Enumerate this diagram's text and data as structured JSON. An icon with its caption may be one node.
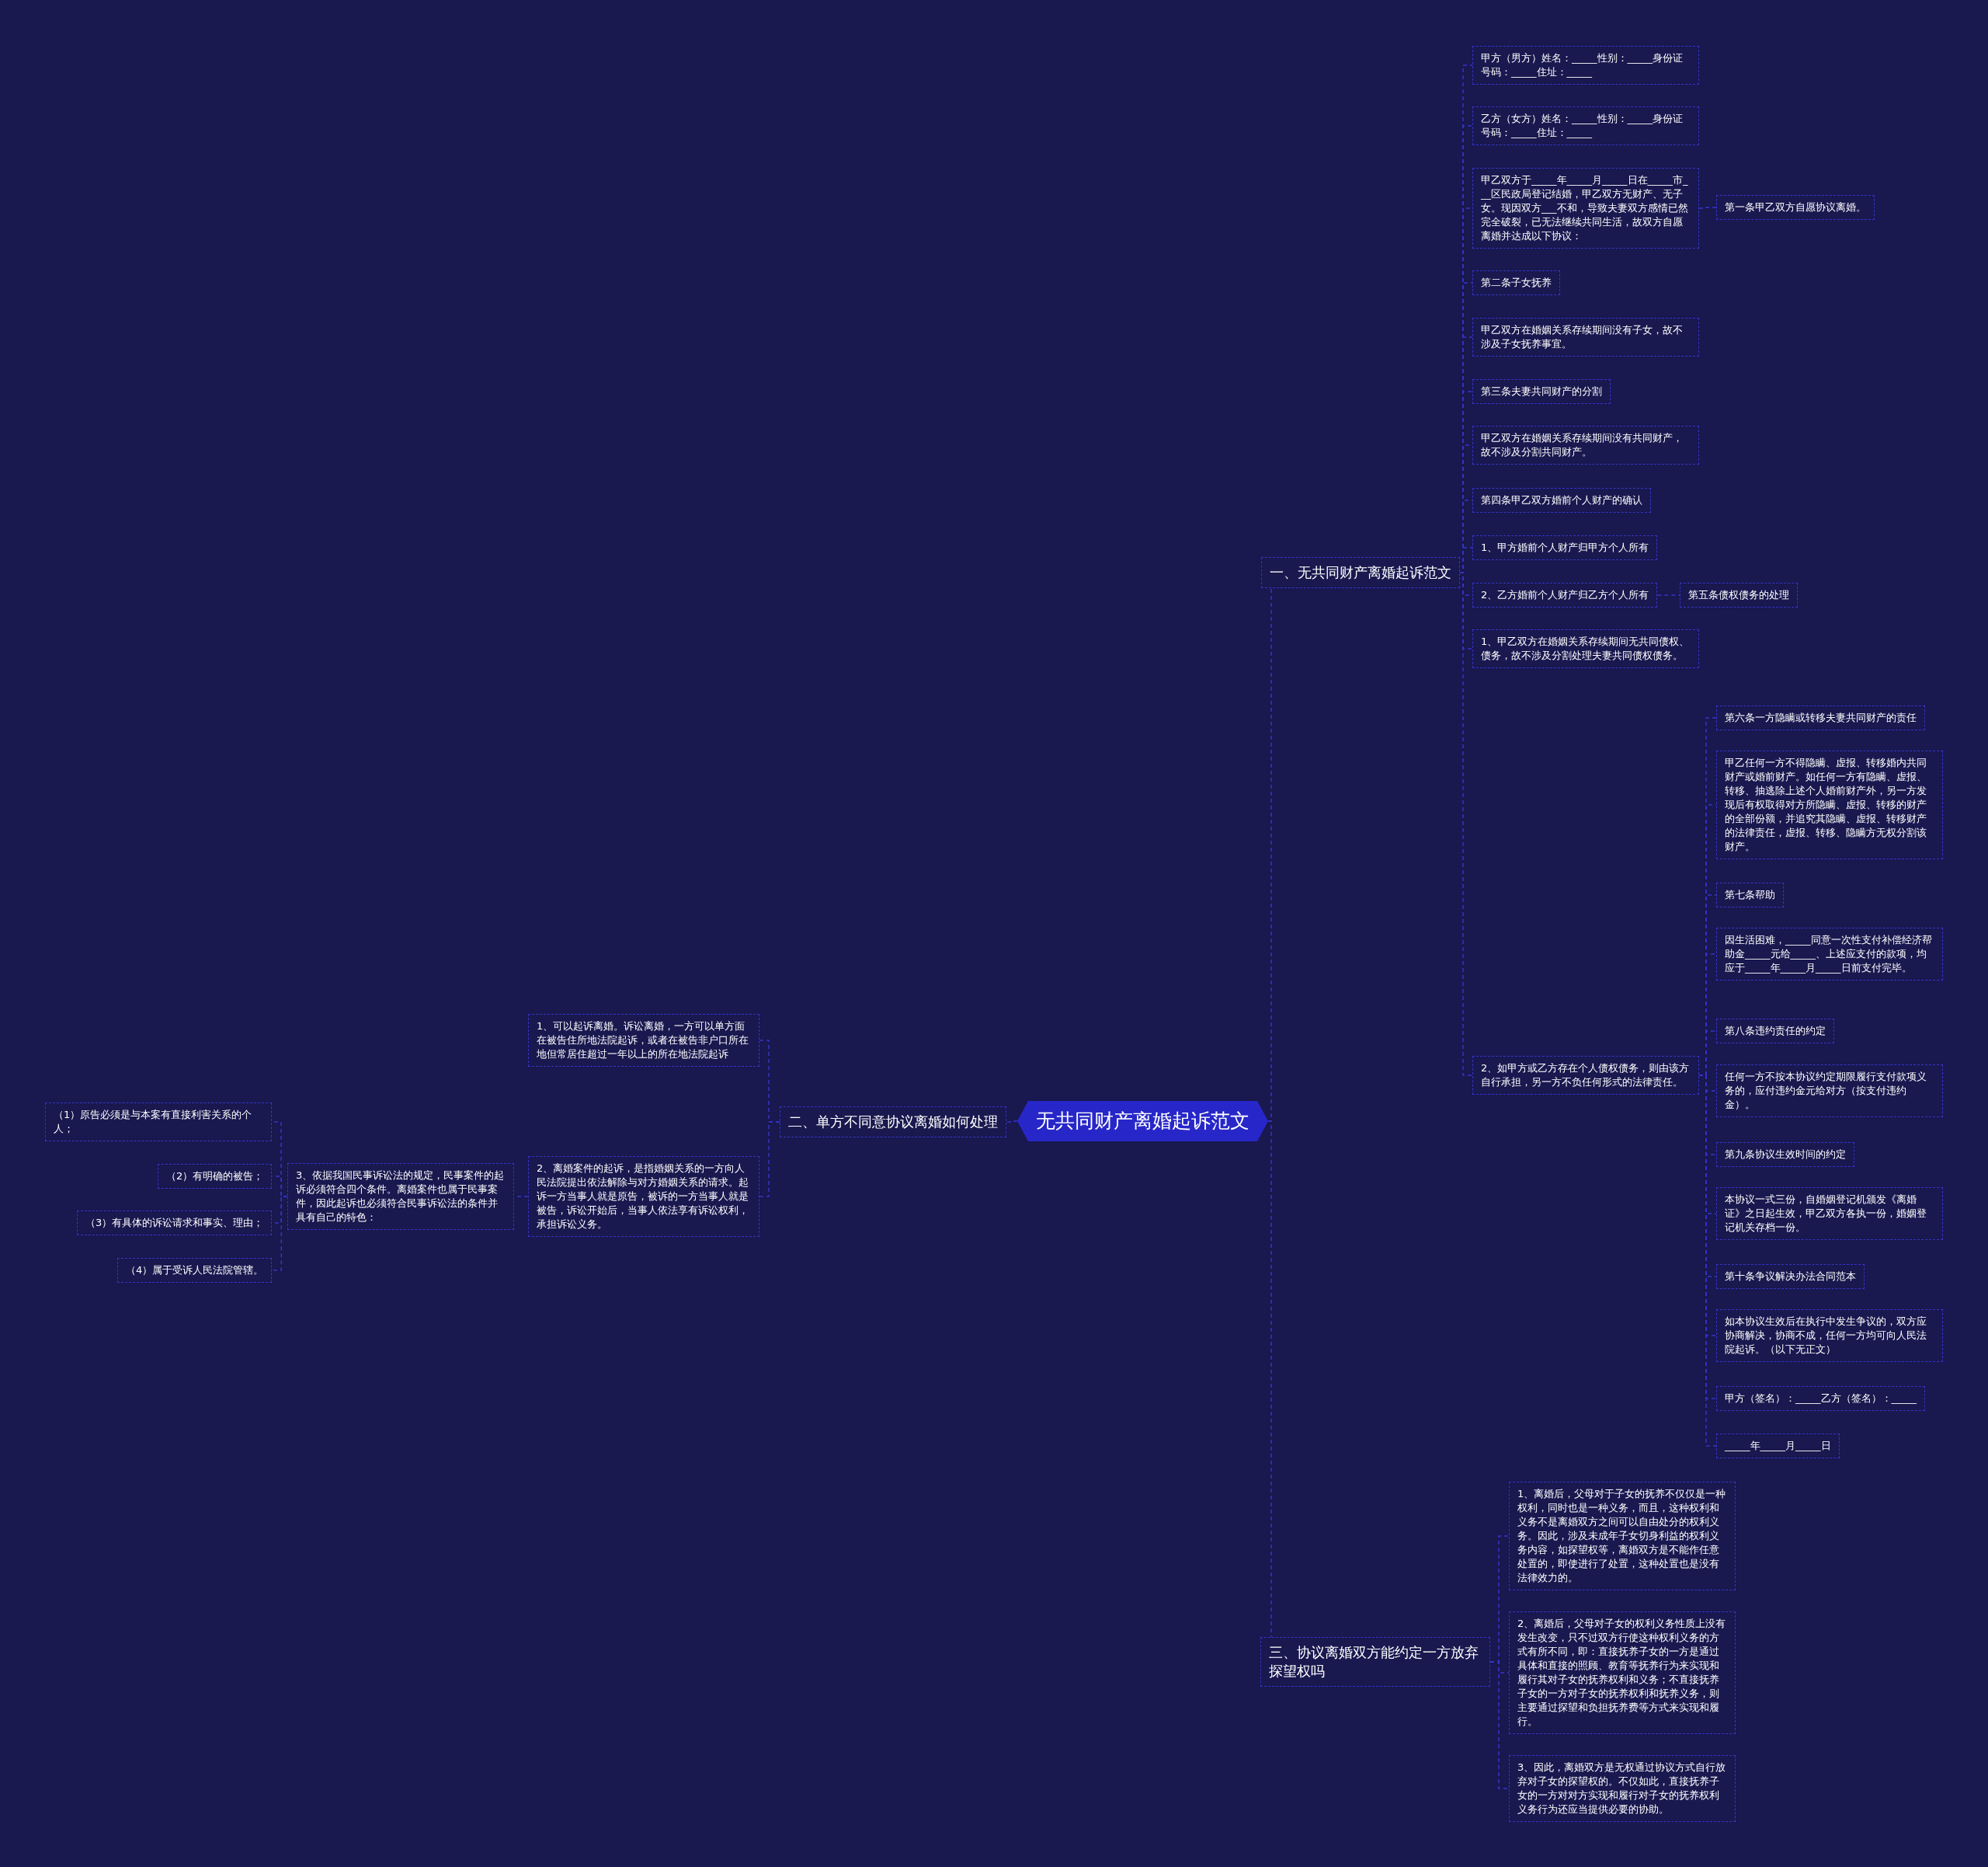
{
  "diagram": {
    "nodes": [
      {
        "text": [
          "无共同财产离婚起诉范文"
        ]
      },
      {
        "text": [
          "一、无共同财产离婚起诉范文"
        ]
      },
      {
        "text": [
          "甲方（男方）姓名：_____性别：_____身份证号码：_____住址：_____"
        ]
      },
      {
        "text": [
          "乙方（女方）姓名：_____性别：_____身份证号码：_____住址：_____"
        ]
      },
      {
        "text": [
          "甲乙双方于_____年_____月_____日在_____市___区民政局登记结婚，甲乙双方无财产、无子女。现因双方___不和，导致夫妻双方感情已然完全破裂，已无法继续共同生活，故双方自愿离婚并达成以下协议："
        ]
      },
      {
        "text": [
          "第一条甲乙双方自愿协议离婚。"
        ]
      },
      {
        "text": [
          "第二条子女抚养"
        ]
      },
      {
        "text": [
          "甲乙双方在婚姻关系存续期间没有子女，故不涉及子女抚养事宜。"
        ]
      },
      {
        "text": [
          "第三条夫妻共同财产的分割"
        ]
      },
      {
        "text": [
          "甲乙双方在婚姻关系存续期间没有共同财产，故不涉及分割共同财产。"
        ]
      },
      {
        "text": [
          "第四条甲乙双方婚前个人财产的确认"
        ]
      },
      {
        "text": [
          "1、甲方婚前个人财产归甲方个人所有"
        ]
      },
      {
        "text": [
          "2、乙方婚前个人财产归乙方个人所有"
        ]
      },
      {
        "text": [
          "第五条债权债务的处理"
        ]
      },
      {
        "text": [
          "1、甲乙双方在婚姻关系存续期间无共同债权、债务，故不涉及分割处理夫妻共同债权债务。"
        ]
      },
      {
        "text": [
          "2、如甲方或乙方存在个人债权债务，则由该方自行承担，另一方不负任何形式的法律责任。"
        ]
      },
      {
        "text": [
          "第六条一方隐瞒或转移夫妻共同财产的责任"
        ]
      },
      {
        "text": [
          "甲乙任何一方不得隐瞒、虚报、转移婚内共同财产或婚前财产。如任何一方有隐瞒、虚报、转移、抽逃除上述个人婚前财产外，另一方发现后有权取得对方所隐瞒、虚报、转移的财产的全部份额，并追究其隐瞒、虚报、转移财产的法律责任，虚报、转移、隐瞒方无权分割该财产。"
        ]
      },
      {
        "text": [
          "第七条帮助"
        ]
      },
      {
        "text": [
          "因生活困难，_____同意一次性支付补偿经济帮助金_____元给_____、上述应支付的款项，均应于_____年_____月_____日前支付完毕。"
        ]
      },
      {
        "text": [
          "第八条违约责任的约定"
        ]
      },
      {
        "text": [
          "任何一方不按本协议约定期限履行支付款项义务的，应付违约金元给对方（按支付违约金）。"
        ]
      },
      {
        "text": [
          "第九条协议生效时间的约定"
        ]
      },
      {
        "text": [
          "本协议一式三份，自婚姻登记机颁发《离婚证》之日起生效，甲乙双方各执一份，婚姻登记机关存档一份。"
        ]
      },
      {
        "text": [
          "第十条争议解决办法合同范本"
        ]
      },
      {
        "text": [
          "如本协议生效后在执行中发生争议的，双方应协商解决，协商不成，任何一方均可向人民法院起诉。（以下无正文）"
        ]
      },
      {
        "text": [
          "甲方（签名）：_____乙方（签名）：_____"
        ]
      },
      {
        "text": [
          "_____年_____月_____日"
        ]
      },
      {
        "text": [
          "二、单方不同意协议离婚如何处理"
        ]
      },
      {
        "text": [
          "1、可以起诉离婚。诉讼离婚，一方可以单方面在被告住所地法院起诉，或者在被告非户口所在地但常居住超过一年以上的所在地法院起诉"
        ]
      },
      {
        "text": [
          "2、离婚案件的起诉，是指婚姻关系的一方向人民法院提出依法解除与对方婚姻关系的请求。起诉一方当事人就是原告，被诉的一方当事人就是被告，诉讼开始后，当事人依法享有诉讼权利，承担诉讼义务。"
        ]
      },
      {
        "text": [
          "3、依据我国民事诉讼法的规定，民事案件的起诉必须符合四个条件。离婚案件也属于民事案件，因此起诉也必须符合民事诉讼法的条件并具有自己的特色："
        ]
      },
      {
        "text": [
          "（1）原告必须是与本案有直接利害关系的个人；"
        ]
      },
      {
        "text": [
          "（2）有明确的被告；"
        ]
      },
      {
        "text": [
          "（3）有具体的诉讼请求和事实、理由；"
        ]
      },
      {
        "text": [
          "（4）属于受诉人民法院管辖。"
        ]
      },
      {
        "text": [
          "三、协议离婚双方能约定一方放弃探望权吗"
        ]
      },
      {
        "text": [
          "1、离婚后，父母对于子女的抚养不仅仅是一种权利，同时也是一种义务，而且，这种权利和义务不是离婚双方之间可以自由处分的权利义务。因此，涉及未成年子女切身利益的权利义务内容，如探望权等，离婚双方是不能作任意处置的，即使进行了处置，这种处置也是没有法律效力的。"
        ]
      },
      {
        "text": [
          "2、离婚后，父母对子女的权利义务性质上没有发生改变，只不过双方行使这种权利义务的方式有所不同，即：直接抚养子女的一方是通过具体和直接的照顾、教育等抚养行为来实现和履行其对子女的抚养权利和义务；不直接抚养子女的一方对子女的抚养权利和抚养义务，则主要通过探望和负担抚养费等方式来实现和履行。"
        ]
      },
      {
        "text": [
          "3、因此，离婚双方是无权通过协议方式自行放弃对子女的探望权的。不仅如此，直接抚养子女的一方对对方实现和履行对子女的抚养权利义务行为还应当提供必要的协助。"
        ]
      }
    ],
    "edges": [
      {
        "from": 0,
        "to": 1,
        "arrow": "none"
      },
      {
        "from": 1,
        "to": 2,
        "arrow": "none"
      },
      {
        "from": 1,
        "to": 3,
        "arrow": "none"
      },
      {
        "from": 1,
        "to": 4,
        "arrow": "none"
      },
      {
        "from": 4,
        "to": 5,
        "arrow": "none"
      },
      {
        "from": 1,
        "to": 6,
        "arrow": "none"
      },
      {
        "from": 1,
        "to": 7,
        "arrow": "none"
      },
      {
        "from": 1,
        "to": 8,
        "arrow": "none"
      },
      {
        "from": 1,
        "to": 9,
        "arrow": "none"
      },
      {
        "from": 1,
        "to": 10,
        "arrow": "none"
      },
      {
        "from": 1,
        "to": 11,
        "arrow": "none"
      },
      {
        "from": 1,
        "to": 12,
        "arrow": "none"
      },
      {
        "from": 12,
        "to": 13,
        "arrow": "none"
      },
      {
        "from": 1,
        "to": 14,
        "arrow": "none"
      },
      {
        "from": 1,
        "to": 15,
        "arrow": "none"
      },
      {
        "from": 15,
        "to": 16,
        "arrow": "none"
      },
      {
        "from": 15,
        "to": 17,
        "arrow": "none"
      },
      {
        "from": 15,
        "to": 18,
        "arrow": "none"
      },
      {
        "from": 15,
        "to": 19,
        "arrow": "none"
      },
      {
        "from": 15,
        "to": 20,
        "arrow": "none"
      },
      {
        "from": 15,
        "to": 21,
        "arrow": "none"
      },
      {
        "from": 15,
        "to": 22,
        "arrow": "none"
      },
      {
        "from": 15,
        "to": 23,
        "arrow": "none"
      },
      {
        "from": 15,
        "to": 24,
        "arrow": "none"
      },
      {
        "from": 15,
        "to": 25,
        "arrow": "none"
      },
      {
        "from": 15,
        "to": 26,
        "arrow": "none"
      },
      {
        "from": 15,
        "to": 27,
        "arrow": "none"
      },
      {
        "from": 0,
        "to": 28,
        "arrow": "none"
      },
      {
        "from": 28,
        "to": 29,
        "arrow": "none"
      },
      {
        "from": 28,
        "to": 30,
        "arrow": "none"
      },
      {
        "from": 30,
        "to": 31,
        "arrow": "none"
      },
      {
        "from": 31,
        "to": 32,
        "arrow": "none"
      },
      {
        "from": 31,
        "to": 33,
        "arrow": "none"
      },
      {
        "from": 31,
        "to": 34,
        "arrow": "none"
      },
      {
        "from": 31,
        "to": 35,
        "arrow": "none"
      },
      {
        "from": 0,
        "to": 36,
        "arrow": "none"
      },
      {
        "from": 36,
        "to": 37,
        "arrow": "none"
      },
      {
        "from": 36,
        "to": 38,
        "arrow": "none"
      },
      {
        "from": 36,
        "to": 39,
        "arrow": "none"
      }
    ]
  }
}
